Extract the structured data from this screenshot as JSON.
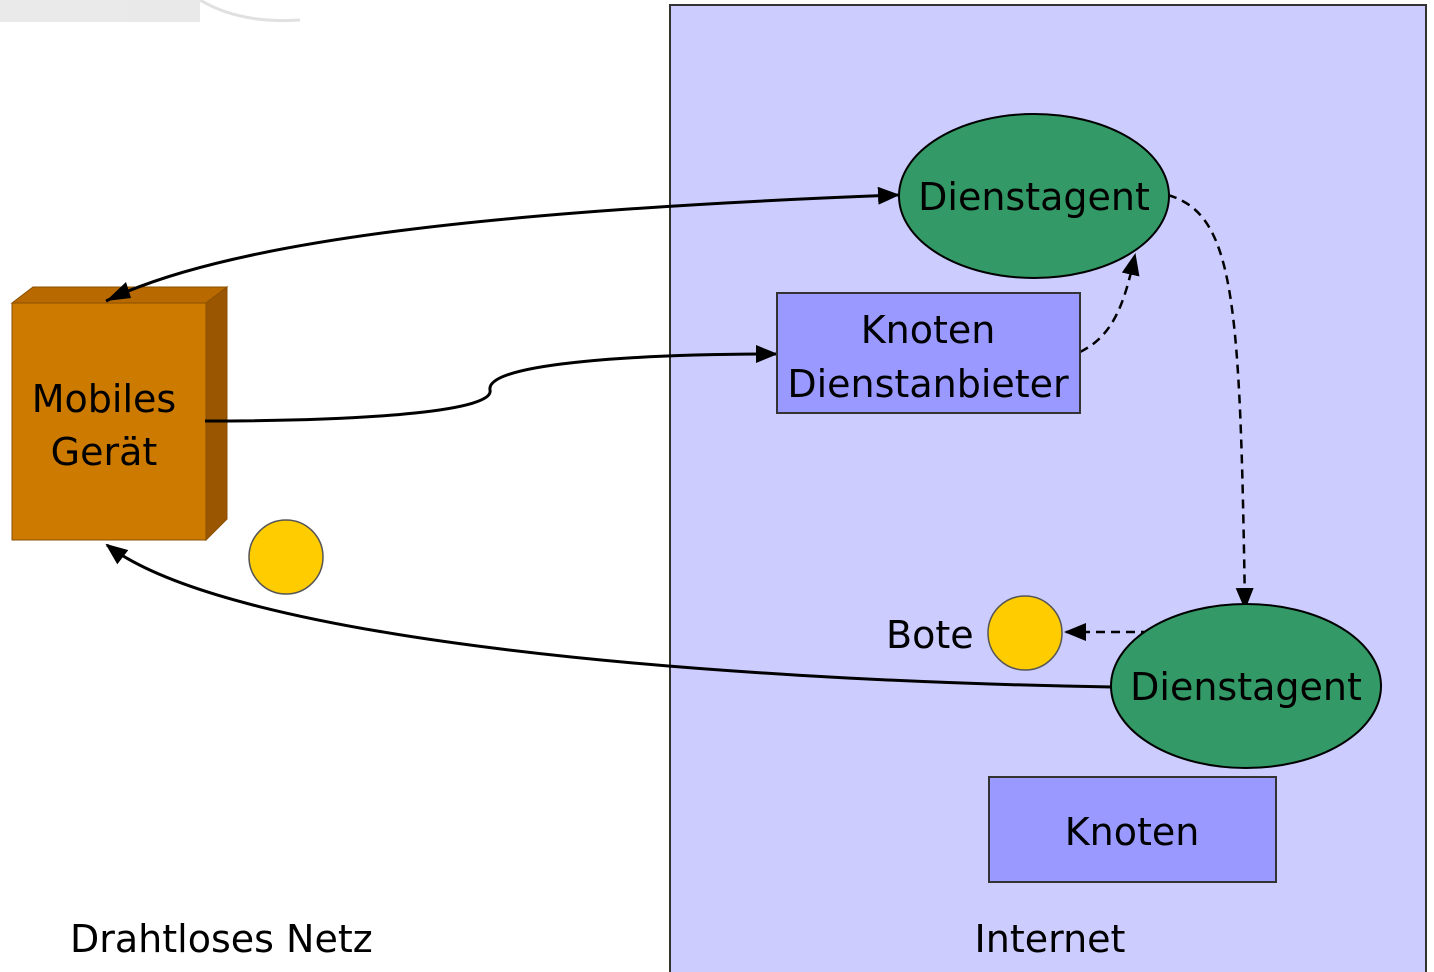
{
  "regions": {
    "wireless_label": "Drahtloses Netz",
    "internet_label": "Internet"
  },
  "nodes": {
    "mobile_device": {
      "line1": "Mobiles",
      "line2": "Gerät"
    },
    "service_agent_top": "Dienstagent",
    "provider_node": {
      "line1": "Knoten",
      "line2": "Dienstanbieter"
    },
    "service_agent_bottom": "Dienstagent",
    "messenger": "Bote",
    "plain_node": "Knoten"
  },
  "colors": {
    "internet_fill": "#ccccff",
    "node_fill": "#9999ff",
    "agent_fill": "#339966",
    "device_fill": "#cc7a00",
    "messenger_fill": "#ffcc00"
  }
}
